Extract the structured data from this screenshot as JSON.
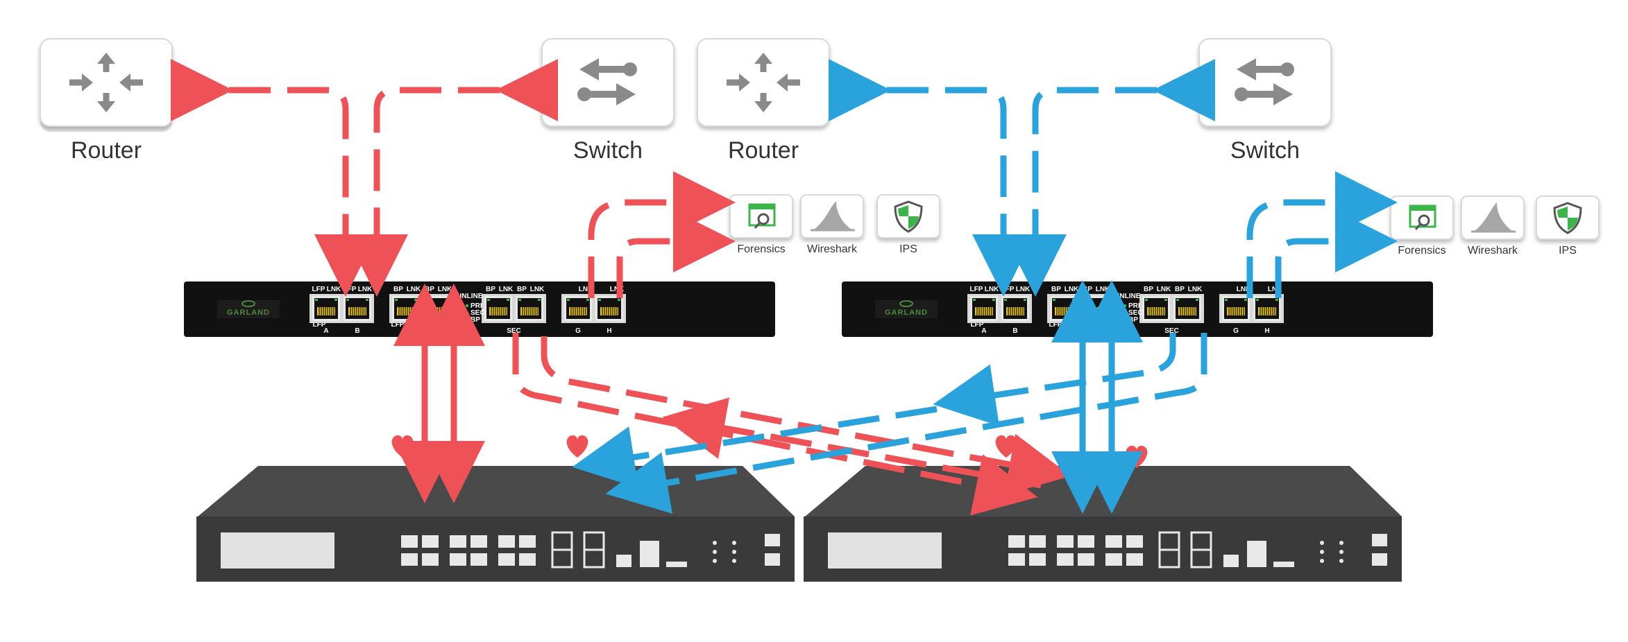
{
  "colors": {
    "red_path": "#ef5256",
    "blue_path": "#2aa3dc",
    "device_dark": "#111111",
    "appliance": "#3a3a3a",
    "icon_box": "#f2f2f2",
    "icon_gray": "#888888"
  },
  "left_segment": {
    "router_label": "Router",
    "switch_label": "Switch",
    "tools": [
      {
        "label": "Forensics",
        "icon": "forensics-icon"
      },
      {
        "label": "Wireshark",
        "icon": "wireshark-fin-icon"
      },
      {
        "label": "IPS",
        "icon": "shield-icon"
      }
    ]
  },
  "right_segment": {
    "router_label": "Router",
    "switch_label": "Switch",
    "tools": [
      {
        "label": "Forensics",
        "icon": "forensics-icon"
      },
      {
        "label": "Wireshark",
        "icon": "wireshark-fin-icon"
      },
      {
        "label": "IPS",
        "icon": "shield-icon"
      }
    ]
  },
  "tap_device": {
    "brand": "GARLAND",
    "side_lfp": "LFP",
    "ports_top": [
      "LFP",
      "LNK",
      "LFP",
      "LNK",
      "BP",
      "LNK",
      "BP",
      "LNK",
      "BP",
      "LNK",
      "BP",
      "LNK",
      "LNK",
      "LNK"
    ],
    "under_labels": [
      "A",
      "B",
      "PRI",
      "SEC",
      "G",
      "H"
    ],
    "inline_title": "INLINE",
    "inline_items": [
      "PRI",
      "SEC",
      "BP"
    ]
  }
}
